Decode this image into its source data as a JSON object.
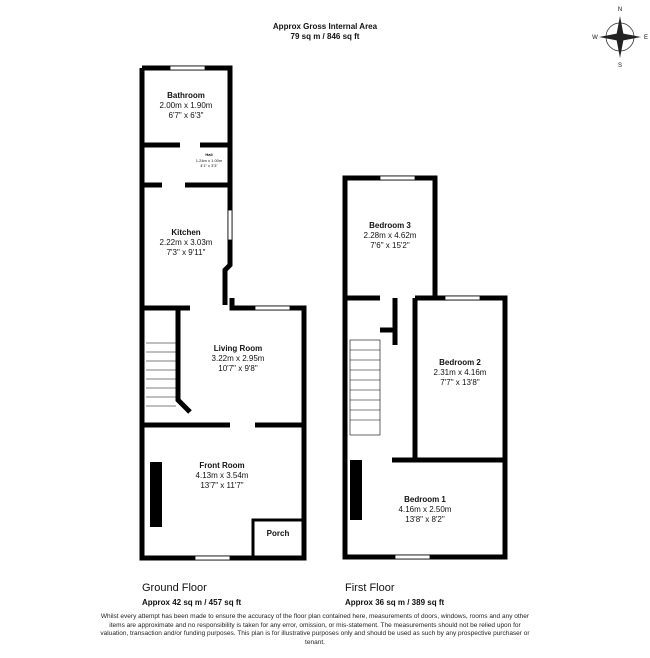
{
  "header": {
    "title": "Approx Gross Internal Area",
    "area": "79 sq m / 846 sq ft"
  },
  "compass": {
    "n": "N",
    "s": "S",
    "e": "E",
    "w": "W"
  },
  "ground_floor": {
    "label": "Ground Floor",
    "area": "Approx 42 sq m / 457 sq ft",
    "rooms": [
      {
        "name": "Bathroom",
        "metric": "2.00m x 1.90m",
        "imperial": "6'7\" x 6'3\""
      },
      {
        "name": "Hall",
        "metric": "1.24m x 1.00m",
        "imperial": "4'1\" x 3'3\""
      },
      {
        "name": "Kitchen",
        "metric": "2.22m x 3.03m",
        "imperial": "7'3\" x 9'11\""
      },
      {
        "name": "Living Room",
        "metric": "3.22m x 2.95m",
        "imperial": "10'7\" x 9'8\""
      },
      {
        "name": "Front Room",
        "metric": "4.13m x 3.54m",
        "imperial": "13'7\" x 11'7\""
      },
      {
        "name": "Porch"
      }
    ]
  },
  "first_floor": {
    "label": "First Floor",
    "area": "Approx 36 sq m / 389 sq ft",
    "rooms": [
      {
        "name": "Bedroom 3",
        "metric": "2.28m x 4.62m",
        "imperial": "7'6\" x 15'2\""
      },
      {
        "name": "Bedroom 2",
        "metric": "2.31m x 4.16m",
        "imperial": "7'7\" x 13'8\""
      },
      {
        "name": "Bedroom 1",
        "metric": "4.16m x 2.50m",
        "imperial": "13'8\" x 8'2\""
      }
    ]
  },
  "disclaimer": "Whilst every attempt has been made to ensure the accuracy of the floor plan contained here, measurements of doors, windows, rooms and any other items are approximate and no responsibility is taken for any error, omission, or mis-statement. The measurements should not be relied upon for valuation, transaction and/or funding purposes. This plan is for illustrative purposes only and should be used as such by any prospective purchaser or tenant."
}
